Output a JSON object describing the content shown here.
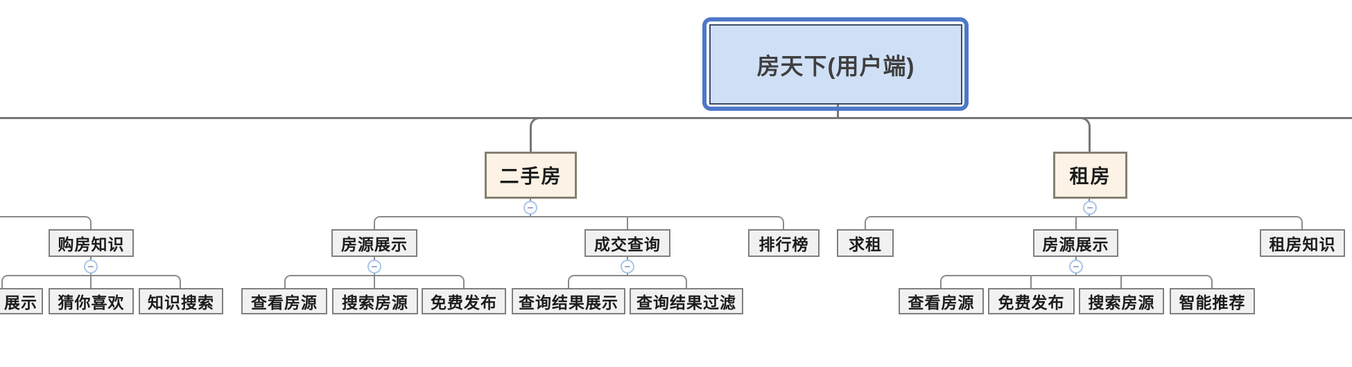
{
  "ui": {
    "collapse_glyph": "−"
  },
  "colors": {
    "canvas_bg": "#ffffff",
    "root_fill": "#cfe0f6",
    "root_border": "#3c4a66",
    "root_selection_border": "#4e78c8",
    "root_text": "#3f3f3f",
    "branch_fill": "#fdf2e6",
    "branch_border": "#86806f",
    "topic_fill": "#f1f1f1",
    "topic_border": "#7f7f7f",
    "connector_main": "#767676",
    "connector_sub": "#8a8a8a",
    "collapse_ring": "#aac6e8",
    "collapse_glyph_color": "#8497bd"
  },
  "tree": {
    "root": {
      "label": "房天下(用户端)"
    },
    "partially_visible_branch": {
      "children": [
        {
          "label": "购房知识",
          "children": [
            {
              "label": "展示"
            },
            {
              "label": "猜你喜欢"
            },
            {
              "label": "知识搜索"
            }
          ]
        }
      ]
    },
    "branches": [
      {
        "label": "二手房",
        "children": [
          {
            "label": "房源展示",
            "children": [
              {
                "label": "查看房源"
              },
              {
                "label": "搜索房源"
              },
              {
                "label": "免费发布"
              }
            ]
          },
          {
            "label": "成交查询",
            "children": [
              {
                "label": "查询结果展示"
              },
              {
                "label": "查询结果过滤"
              }
            ]
          },
          {
            "label": "排行榜",
            "children": []
          }
        ]
      },
      {
        "label": "租房",
        "children": [
          {
            "label": "求租",
            "children": []
          },
          {
            "label": "房源展示",
            "children": [
              {
                "label": "查看房源"
              },
              {
                "label": "免费发布"
              },
              {
                "label": "搜索房源"
              },
              {
                "label": "智能推荐"
              }
            ]
          },
          {
            "label": "租房知识",
            "children": []
          }
        ]
      }
    ]
  }
}
